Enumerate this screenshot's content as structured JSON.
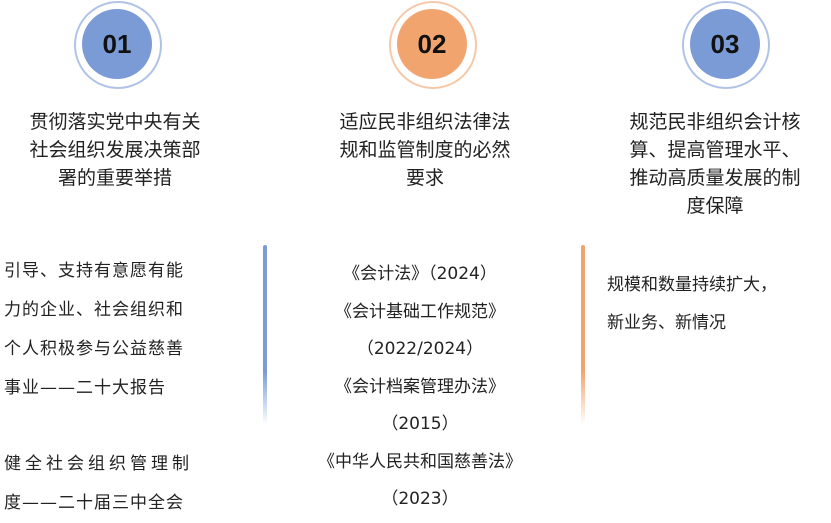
{
  "colors": {
    "blue": "#7b9bd6",
    "orange": "#f2a46e"
  },
  "columns": [
    {
      "number": "01",
      "title": [
        "贯彻落实党中央有关",
        "社会组织发展决策部",
        "署的重要举措"
      ],
      "items": [
        [
          "引导、支持有意愿有能",
          "力的企业、社会组织和",
          "个人积极参与公益慈善",
          "事业——二十大报告"
        ],
        [
          "健全社会组织管理制",
          "度——二十届三中全会"
        ]
      ]
    },
    {
      "number": "02",
      "title": [
        "适应民非组织法律法",
        "规和监管制度的必然",
        "要求"
      ],
      "items": [
        "《会计法》（2024）",
        "《会计基础工作规范》",
        "（2022/2024）",
        "《会计档案管理办法》",
        "（2015）",
        "《中华人民共和国慈善法》",
        "（2023）"
      ]
    },
    {
      "number": "03",
      "title": [
        "规范民非组织会计核",
        "算、提高管理水平、",
        "推动高质量发展的制",
        "度保障"
      ],
      "items": [
        "规模和数量持续扩大，",
        "新业务、新情况"
      ]
    }
  ]
}
